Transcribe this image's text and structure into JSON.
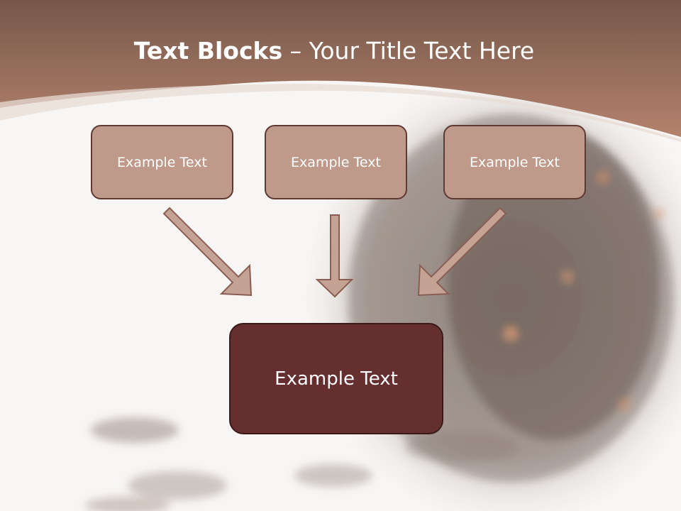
{
  "title": {
    "strong": "Text Blocks",
    "dash": " – ",
    "light": "Your Title Text Here"
  },
  "top_boxes": [
    {
      "label": "Example Text"
    },
    {
      "label": "Example Text"
    },
    {
      "label": "Example Text"
    }
  ],
  "bottom_box": {
    "label": "Example Text"
  },
  "colors": {
    "header_dark": "#7a5a4c",
    "header_light": "#b88a75",
    "box_fill": "#bf9a8a",
    "box_border": "#5e3a33",
    "center_fill": "#652f2f",
    "arrow_fill": "#c4a394",
    "arrow_stroke": "#8a5e52"
  }
}
